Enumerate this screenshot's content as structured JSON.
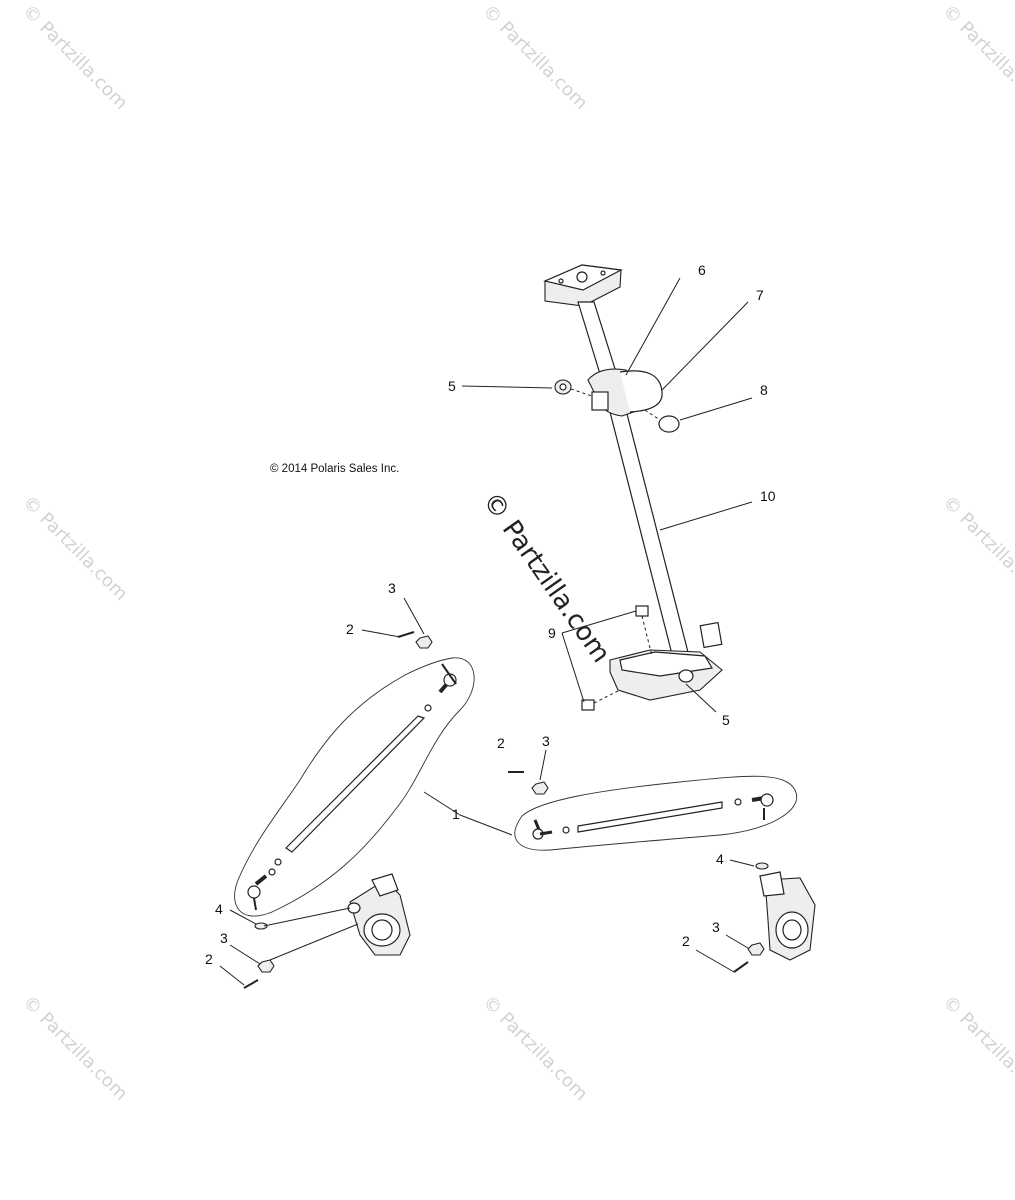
{
  "copyright": "© 2014 Polaris Sales Inc.",
  "watermark": "© Partzilla.com",
  "callouts": {
    "c1": "1",
    "c2a": "2",
    "c2b": "2",
    "c2c": "2",
    "c2d": "2",
    "c3a": "3",
    "c3b": "3",
    "c3c": "3",
    "c3d": "3",
    "c4a": "4",
    "c4b": "4",
    "c5a": "5",
    "c5b": "5",
    "c6": "6",
    "c7": "7",
    "c8": "8",
    "c9": "9",
    "c10": "10"
  }
}
